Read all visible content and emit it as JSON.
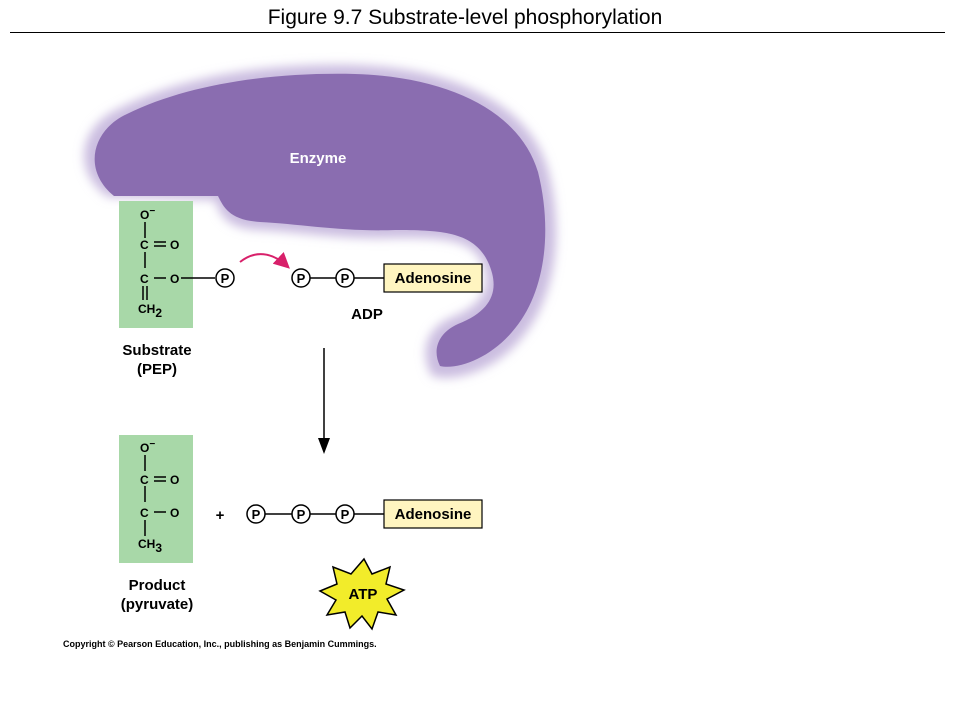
{
  "title": "Figure 9.7  Substrate-level phosphorylation",
  "enzyme_label": "Enzyme",
  "substrate": {
    "atoms": {
      "o_minus": "O",
      "minus": "−",
      "c": "C",
      "o": "O",
      "ch": "CH",
      "sub": "2"
    },
    "label_line1": "Substrate",
    "label_line2": "(PEP)"
  },
  "phosphate_symbol": "P",
  "adp": {
    "adenosine": "Adenosine",
    "label": "ADP"
  },
  "product": {
    "atoms": {
      "o_minus": "O",
      "minus": "−",
      "c": "C",
      "o": "O",
      "ch": "CH",
      "sub": "3"
    },
    "label_line1": "Product",
    "label_line2": "(pyruvate)"
  },
  "plus": "+",
  "atp": {
    "adenosine": "Adenosine",
    "label": "ATP"
  },
  "copyright": "Copyright © Pearson Education, Inc., publishing as Benjamin Cummings.",
  "colors": {
    "enzyme": "#8a6db0",
    "enzyme_halo": "#cbbde0",
    "molecule_box": "#a8d8a8",
    "adenosine_box": "#fff5c0",
    "arrow_curve": "#d8206a",
    "atp_star": "#f2ec2a"
  }
}
